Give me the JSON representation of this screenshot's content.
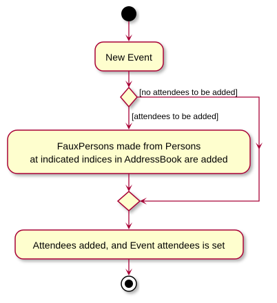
{
  "diagram": {
    "type": "activity-diagram",
    "colors": {
      "arrow": "#A80036",
      "node_fill": "#FEFECE",
      "node_border": "#A80036",
      "start": "#000000",
      "text": "#000000"
    },
    "activities": {
      "new_event": "New Event",
      "faux_line1": "FauxPersons made from Persons",
      "faux_line2": "at indicated indices in AddressBook are added",
      "attendees_set": "Attendees added, and Event attendees is set"
    },
    "guards": {
      "no_attendees": "[no attendees to be added]",
      "attendees": "[attendees to be added]"
    }
  }
}
